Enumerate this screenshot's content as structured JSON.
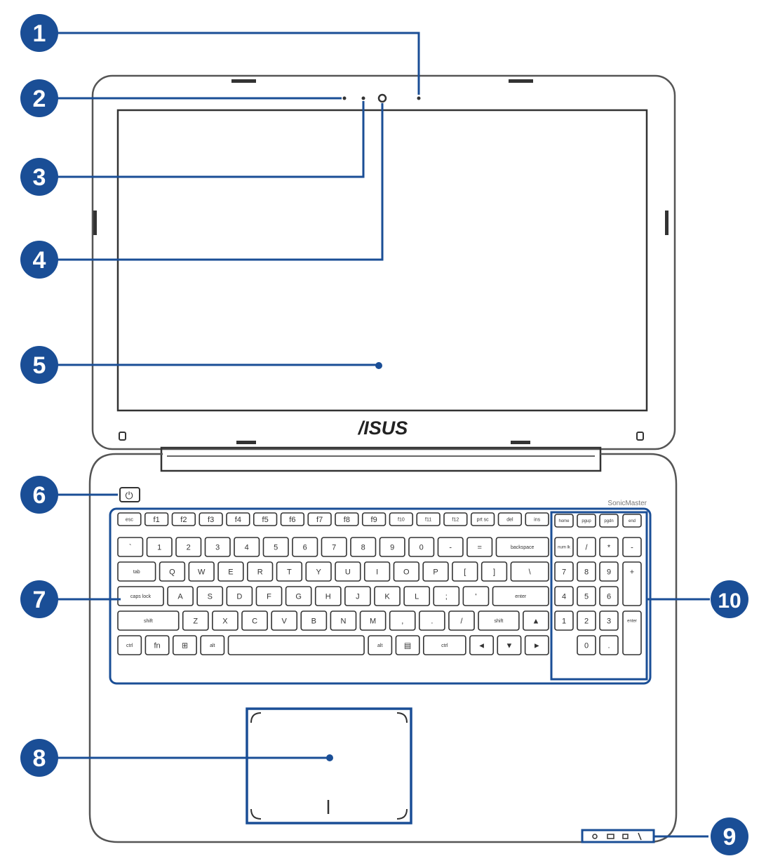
{
  "brand": {
    "logo_text": "/ISUS",
    "keyboard_badge": "SonicMaster"
  },
  "callouts": [
    {
      "number": "1",
      "target": "microphone"
    },
    {
      "number": "2",
      "target": "camera-indicator"
    },
    {
      "number": "3",
      "target": "ambient-light-sensor"
    },
    {
      "number": "4",
      "target": "camera"
    },
    {
      "number": "5",
      "target": "display-panel"
    },
    {
      "number": "6",
      "target": "power-button"
    },
    {
      "number": "7",
      "target": "keyboard"
    },
    {
      "number": "8",
      "target": "touchpad"
    },
    {
      "number": "9",
      "target": "status-indicators"
    },
    {
      "number": "10",
      "target": "numeric-keypad"
    }
  ],
  "keyboard": {
    "rows": [
      [
        "esc",
        "f1",
        "f2",
        "f3",
        "f4",
        "f5",
        "f6",
        "f7",
        "f8",
        "f9",
        "f10",
        "f11",
        "f12",
        "prt sc",
        "del",
        "ins"
      ],
      [
        "`",
        "1",
        "2",
        "3",
        "4",
        "5",
        "6",
        "7",
        "8",
        "9",
        "0",
        "-",
        "=",
        "backspace"
      ],
      [
        "tab",
        "Q",
        "W",
        "E",
        "R",
        "T",
        "Y",
        "U",
        "I",
        "O",
        "P",
        "[",
        "]",
        "\\"
      ],
      [
        "caps lock",
        "A",
        "S",
        "D",
        "F",
        "G",
        "H",
        "J",
        "K",
        "L",
        ";",
        "'",
        "enter"
      ],
      [
        "shift",
        "Z",
        "X",
        "C",
        "V",
        "B",
        "N",
        "M",
        ",",
        ".",
        "/",
        "shift",
        "▲"
      ],
      [
        "ctrl",
        "fn",
        "⊞",
        "alt",
        "",
        "alt",
        "▤",
        "ctrl",
        "◄",
        "▼",
        "►"
      ]
    ],
    "numpad": [
      [
        "home",
        "pgup",
        "pgdn",
        "end"
      ],
      [
        "num lk",
        "/",
        "*",
        "-"
      ],
      [
        "7",
        "8",
        "9",
        "+"
      ],
      [
        "4",
        "5",
        "6"
      ],
      [
        "1",
        "2",
        "3",
        "enter"
      ],
      [
        "0",
        "."
      ]
    ]
  },
  "colors": {
    "accent": "#1a4e96",
    "callout_fill": "#1a4e96",
    "callout_text": "#ffffff",
    "outline": "#555555",
    "key_outline": "#333333"
  }
}
